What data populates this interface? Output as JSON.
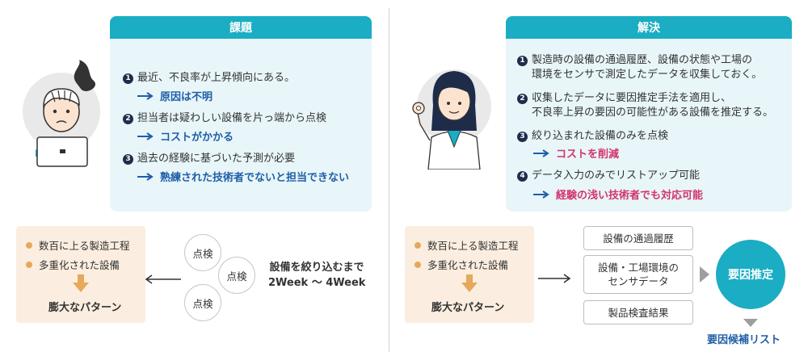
{
  "left": {
    "title": "課題",
    "items": [
      {
        "num": "1",
        "text": "最近、不良率が上昇傾向にある。",
        "result": "原因は不明"
      },
      {
        "num": "2",
        "text": "担当者は疑わしい設備を片っ端から点検",
        "result": "コストがかかる"
      },
      {
        "num": "3",
        "text": "過去の経験に基づいた予測が必要",
        "result": "熟練された技術者でないと担当できない"
      }
    ],
    "box": {
      "bullets": [
        "数百に上る製造工程",
        "多重化された設備"
      ],
      "pattern": "膨大なパターン"
    },
    "circles": [
      "点検",
      "点検",
      "点検"
    ],
    "duration": {
      "line1": "設備を絞り込むまで",
      "line2": "2Week 〜 4Week"
    }
  },
  "right": {
    "title": "解決",
    "items": [
      {
        "num": "1",
        "line1": "製造時の設備の通過履歴、設備の状態や工場の",
        "line2": "環境をセンサで測定したデータを収集しておく。"
      },
      {
        "num": "2",
        "line1": "収集したデータに要因推定手法を適用し、",
        "line2": "不良率上昇の要因の可能性がある設備を推定する。"
      },
      {
        "num": "3",
        "line1": "絞り込まれた設備のみを点検",
        "result": "コストを削減"
      },
      {
        "num": "4",
        "line1": "データ入力のみでリストアップ可能",
        "result": "経験の浅い技術者でも対応可能"
      }
    ],
    "box": {
      "bullets": [
        "数百に上る製造工程",
        "多重化された設備"
      ],
      "pattern": "膨大なパターン"
    },
    "sources": [
      "設備の通過履歴",
      "設備・工場環境の\nセンサデータ",
      "製品検査結果"
    ],
    "estimate": "要因推定",
    "output": "要因候補リスト"
  },
  "colors": {
    "teal": "#1aadc3",
    "navy": "#222b4a",
    "blue_result": "#1f5ea8",
    "pink_result": "#d3336f",
    "peach": "#fbeee0",
    "bullet": "#e6a85b"
  }
}
